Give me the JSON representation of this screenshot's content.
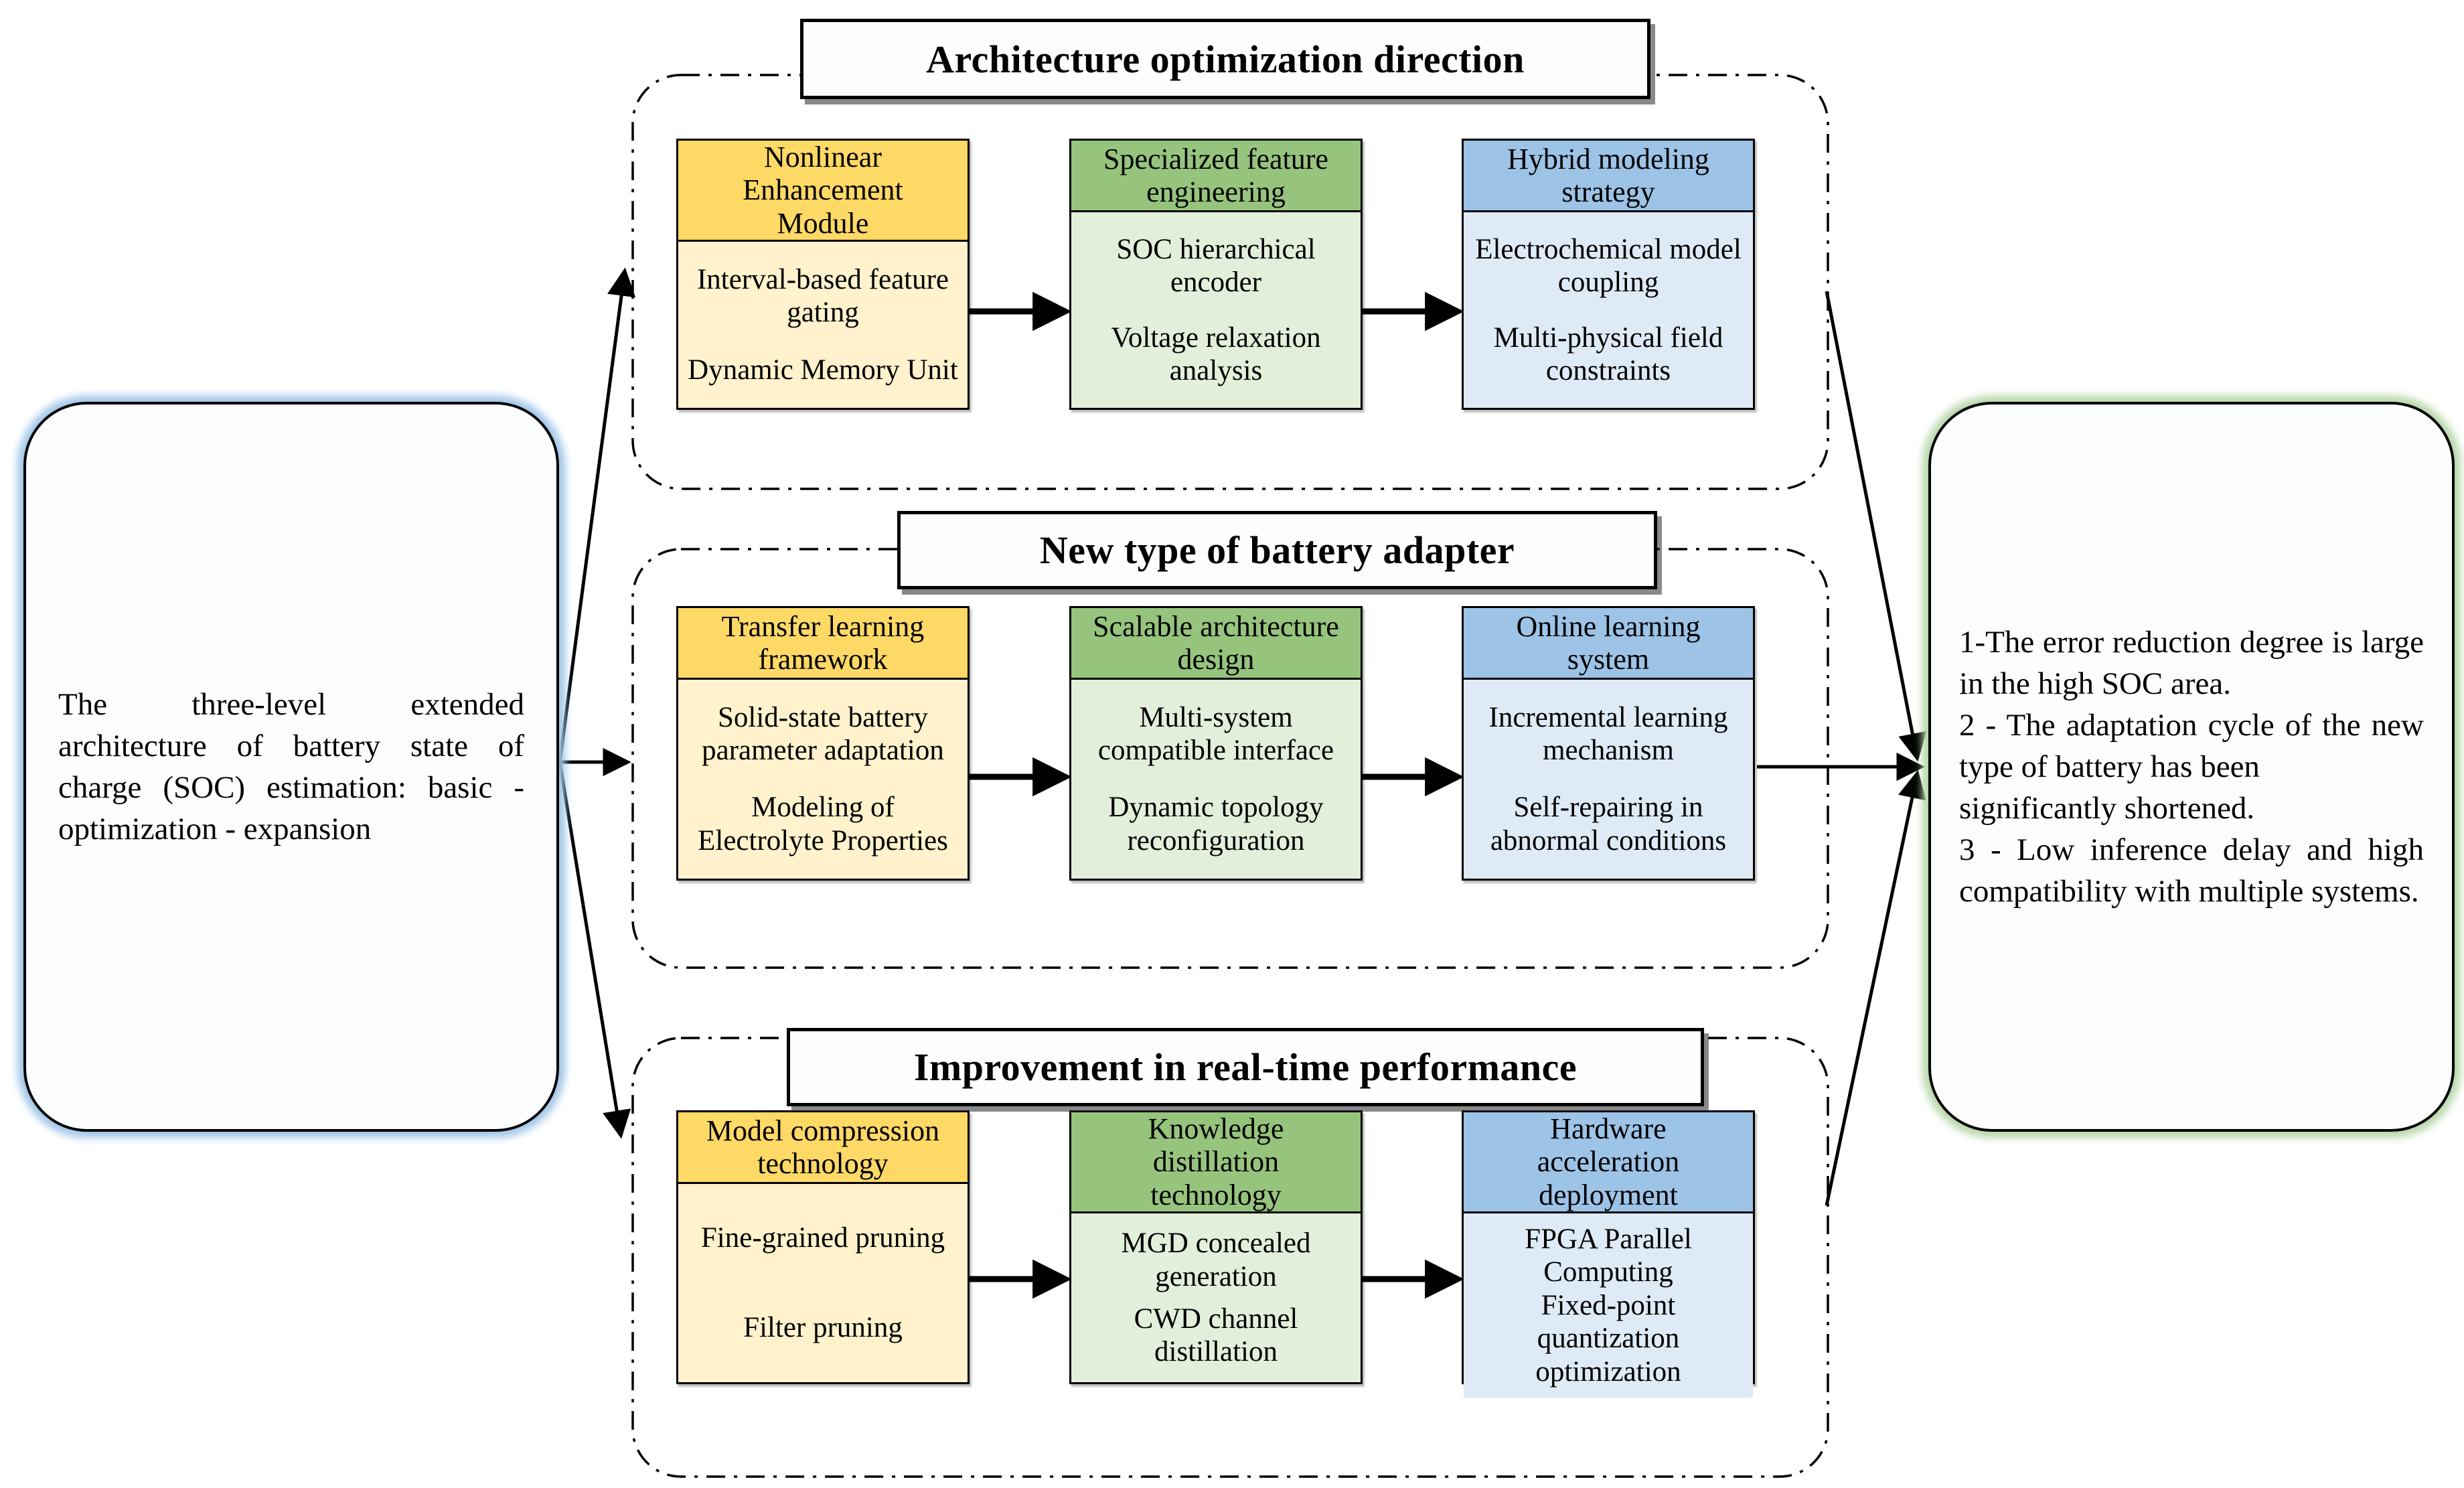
{
  "left_panel": {
    "text": "The three-level extended architecture of battery state of charge (SOC) estimation: basic - optimization - expansion"
  },
  "right_panel": {
    "p1": "1-The error reduction degree is large in the high SOC area.",
    "p2": "2 - The adaptation cycle of the new type of battery has been",
    "p3": "significantly shortened.",
    "p4": "3 - Low inference delay and high compatibility with multiple systems."
  },
  "groups": [
    {
      "title": "Architecture optimization direction",
      "boxes": [
        {
          "header": "Nonlinear Enhancement Module",
          "theme": "yellow",
          "items": [
            "Interval-based feature gating",
            "Dynamic Memory Unit"
          ]
        },
        {
          "header": "Specialized feature engineering",
          "theme": "green",
          "items": [
            "SOC hierarchical encoder",
            "Voltage relaxation analysis"
          ]
        },
        {
          "header": "Hybrid modeling strategy",
          "theme": "blue",
          "items": [
            "Electrochemical model coupling",
            "Multi-physical field constraints"
          ]
        }
      ]
    },
    {
      "title": "New type of battery adapter",
      "boxes": [
        {
          "header": "Transfer learning framework",
          "theme": "yellow",
          "items": [
            "Solid-state battery parameter adaptation",
            "Modeling of Electrolyte Properties"
          ]
        },
        {
          "header": "Scalable architecture design",
          "theme": "green",
          "items": [
            "Multi-system compatible interface",
            "Dynamic topology reconfiguration"
          ]
        },
        {
          "header": "Online learning system",
          "theme": "blue",
          "items": [
            "Incremental learning mechanism",
            "Self-repairing in abnormal conditions"
          ]
        }
      ]
    },
    {
      "title": "Improvement in real-time performance",
      "boxes": [
        {
          "header": "Model compression technology",
          "theme": "yellow",
          "items": [
            "Fine-grained pruning",
            "Filter pruning"
          ]
        },
        {
          "header": "Knowledge distillation technology",
          "theme": "green",
          "items": [
            "MGD concealed generation",
            "CWD channel distillation"
          ]
        },
        {
          "header": "Hardware acceleration deployment",
          "theme": "blue",
          "items": [
            "FPGA Parallel Computing",
            "Fixed-point quantization optimization"
          ]
        }
      ]
    }
  ],
  "colors": {
    "yellow_header": "#FFD966",
    "yellow_body": "#FFF2CC",
    "green_header": "#97C47D",
    "green_body": "#E2EFDA",
    "blue_header": "#9DC3E6",
    "blue_body": "#DEEAF6",
    "left_panel_glow": "#9FC5E8",
    "right_panel_glow": "#B6D7A8",
    "line": "#000000"
  }
}
